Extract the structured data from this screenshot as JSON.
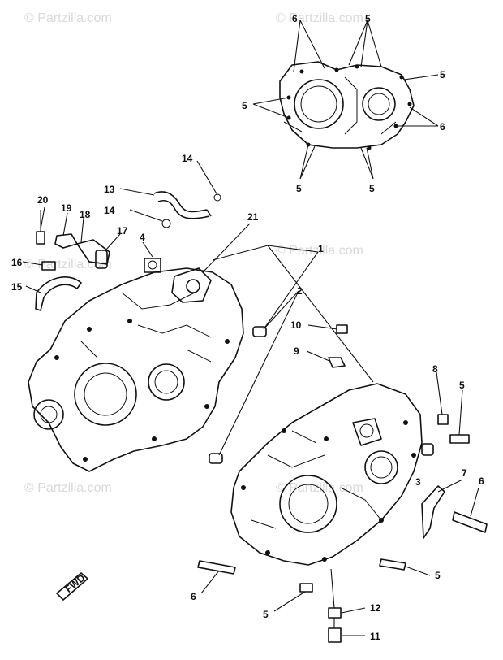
{
  "watermark": "© Partzilla.com",
  "callouts": [
    {
      "id": "c1",
      "text": "1"
    },
    {
      "id": "c2",
      "text": "2"
    },
    {
      "id": "c3",
      "text": "3"
    },
    {
      "id": "c4",
      "text": "4"
    },
    {
      "id": "c5a",
      "text": "5"
    },
    {
      "id": "c5b",
      "text": "5"
    },
    {
      "id": "c5c",
      "text": "5"
    },
    {
      "id": "c5d",
      "text": "5"
    },
    {
      "id": "c5e",
      "text": "5"
    },
    {
      "id": "c5f",
      "text": "5"
    },
    {
      "id": "c5g",
      "text": "5"
    },
    {
      "id": "c5h",
      "text": "5"
    },
    {
      "id": "c6a",
      "text": "6"
    },
    {
      "id": "c6b",
      "text": "6"
    },
    {
      "id": "c6c",
      "text": "6"
    },
    {
      "id": "c6d",
      "text": "6"
    },
    {
      "id": "c7",
      "text": "7"
    },
    {
      "id": "c8",
      "text": "8"
    },
    {
      "id": "c9",
      "text": "9"
    },
    {
      "id": "c10",
      "text": "10"
    },
    {
      "id": "c11",
      "text": "11"
    },
    {
      "id": "c12",
      "text": "12"
    },
    {
      "id": "c13",
      "text": "13"
    },
    {
      "id": "c14a",
      "text": "14"
    },
    {
      "id": "c14b",
      "text": "14"
    },
    {
      "id": "c15",
      "text": "15"
    },
    {
      "id": "c16",
      "text": "16"
    },
    {
      "id": "c17",
      "text": "17"
    },
    {
      "id": "c18",
      "text": "18"
    },
    {
      "id": "c19",
      "text": "19"
    },
    {
      "id": "c20",
      "text": "20"
    },
    {
      "id": "c21",
      "text": "21"
    }
  ],
  "fwd_label": "FWD"
}
